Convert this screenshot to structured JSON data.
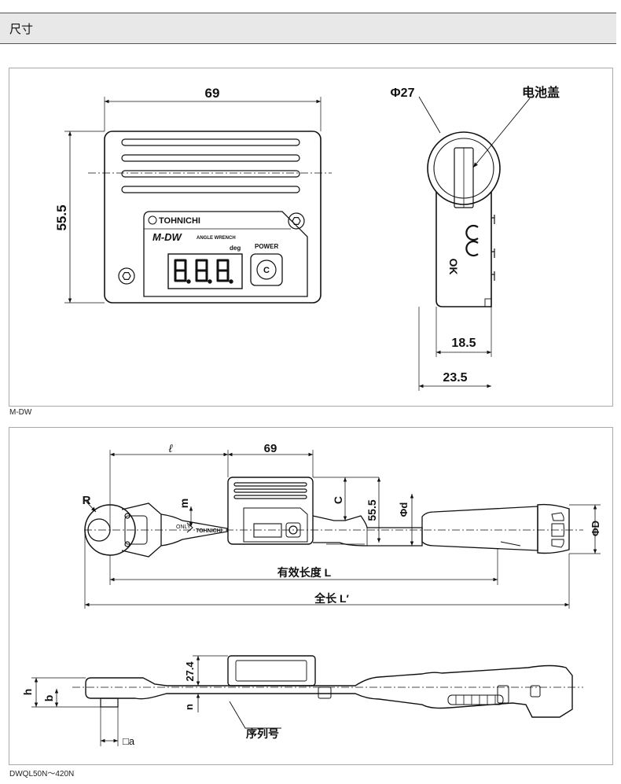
{
  "header": {
    "title": "尺寸"
  },
  "fig1": {
    "caption": "M-DW",
    "dim_width": "69",
    "dim_height": "55.5",
    "dim_diameter": "Φ27",
    "battery_cover": "电池盖",
    "dim_18_5": "18.5",
    "dim_23_5": "23.5",
    "brand": "TOHNICHI",
    "model": "M-DW",
    "model_sub": "ANGLE WRENCH",
    "unit": "deg",
    "power_label": "POWER",
    "display": "8.8.8",
    "ok_mark": "OK"
  },
  "fig2": {
    "caption": "DWQL50N～420N",
    "dim_l": "ℓ",
    "dim_69": "69",
    "dim_R": "R",
    "dim_m": "m",
    "dim_C": "C",
    "dim_55_5": "55.5",
    "dim_phi_d": "Φd",
    "dim_phi_D": "ΦD",
    "effective_length": "有效长度 L",
    "total_length": "全长 L′",
    "only_label": "ONLY",
    "brand": "TOHNICHI",
    "dim_27_4": "27.4",
    "dim_h": "h",
    "dim_b": "b",
    "dim_n": "n",
    "dim_a": "□a",
    "serial": "序列号"
  }
}
